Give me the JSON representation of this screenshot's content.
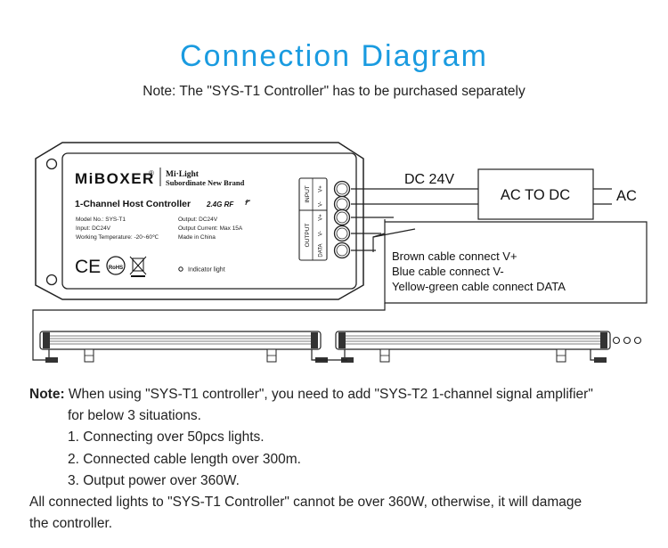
{
  "header": {
    "title": "Connection Diagram",
    "subtitle": "Note: The \"SYS-T1 Controller\" has to be purchased separately"
  },
  "controller": {
    "brand": "MiBOXER",
    "brand_mark": "®",
    "sub_brand_title": "Mi·Light",
    "sub_brand_caption": "Subordinate New Brand",
    "product_name": "1-Channel Host Controller",
    "rf_badge": "2.4G RF",
    "model": "Model No.: SYS-T1",
    "output_voltage": "Output: DC24V",
    "input": "Input: DC24V",
    "output_current": "Output Current: Max 15A",
    "working_temp": "Working Temperature: -20~60℃",
    "made_in": "Made in China",
    "indicator_label": "Indicator light",
    "cert_ce": "CE",
    "cert_rohs": "RoHS",
    "input_group_label": "INPUT",
    "output_group_label": "OUTPUT",
    "terminals": [
      "V+",
      "V-",
      "V+",
      "V-",
      "DATA"
    ]
  },
  "power": {
    "dc_label": "DC 24V",
    "plus": "+",
    "minus": "−",
    "converter_label": "AC TO DC",
    "ac_label": "AC"
  },
  "wiring_notes": [
    "Brown cable connect V+",
    "Blue cable connect V-",
    "Yellow-green cable connect DATA"
  ],
  "continuation": "ooo",
  "notes": {
    "prefix": "Note:",
    "line1": " When using \"SYS-T1 controller\", you need to add \"SYS-T2 1-channel signal amplifier\"",
    "line2": "for below 3 situations.",
    "items": [
      "1. Connecting over 50pcs lights.",
      "2. Connected cable length over 300m.",
      "3. Output power over 360W."
    ],
    "footer1": "All connected lights to \"SYS-T1 Controller\" cannot be over 360W, otherwise, it will damage",
    "footer2": "the controller."
  }
}
